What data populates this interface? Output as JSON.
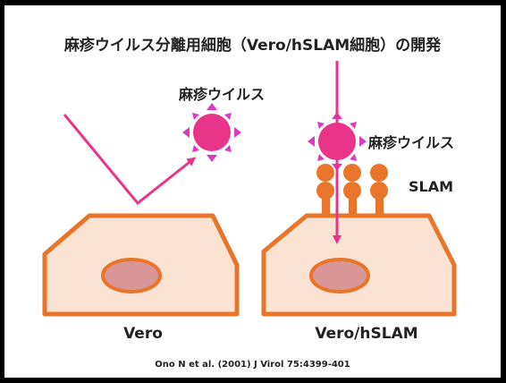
{
  "title": "麻疹ウイルス分離用細胞（Vero/hSLAM細胞）の開発",
  "virus_label_left": "麻疹ウイルス",
  "virus_label_right": "麻疹ウイルス",
  "receptor_label": "SLAM",
  "cell_left_label": "Vero",
  "cell_right_label": "Vero/hSLAM",
  "reference": "Ono N et al. (2001) J Virol 75:4399-401",
  "colors": {
    "virus": "#e8358a",
    "virus_spike": "#d93cc0",
    "arrow": "#e8358a",
    "cell_fill": "#fbe3d4",
    "cell_border": "#e8752a",
    "nucleus_fill": "#d89696",
    "nucleus_border": "#e8752a",
    "slam": "#e8752a"
  },
  "icons": [
    "virus-icon",
    "slam-receptor-icon",
    "cell-icon",
    "arrow-icon"
  ]
}
